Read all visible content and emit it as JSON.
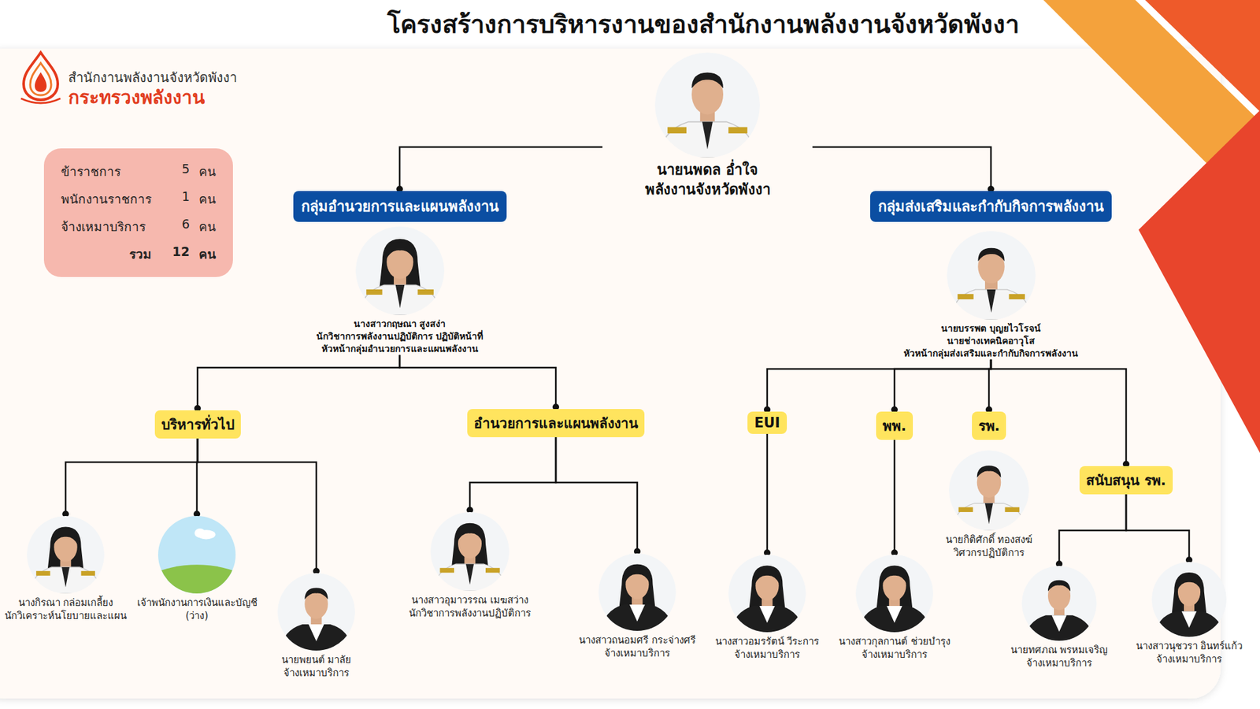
{
  "diagram": {
    "title": "โครงสร้างการบริหารงานของสำนักงานพลังงานจังหวัดพังงา",
    "nodes": [
      {
        "text": [
          "ข้าราชการ",
          "5",
          "คน",
          "พนักงานราชการ",
          "1",
          "คน",
          "จ้างเหมาบริการ",
          "6",
          "คน",
          "รวม",
          "12",
          "คน"
        ]
      },
      {
        "text": [
          "นายนพดล อ่ำใจ",
          "พลังงานจังหวัดพังงา"
        ]
      },
      {
        "text": [
          "กลุ่มอำนวยการและแผนพลังงาน"
        ]
      },
      {
        "text": [
          "กลุ่มส่งเสริมและกำกับกิจการพลังงาน"
        ]
      },
      {
        "text": [
          "นางสาวกฤษณา สูงสง่า",
          "นักวิชาการพลังงานปฏิบัติการ ปฏิบัติหน้าที่",
          "หัวหน้ากลุ่มอำนวยการและแผนพลังงาน"
        ]
      },
      {
        "text": [
          "นายบรรพต บุญยไวโรจน์",
          "นายช่างเทคนิคอาวุโส",
          "หัวหน้ากลุ่มส่งเสริมและกำกับกิจการพลังงาน"
        ]
      },
      {
        "text": [
          "บริหารทั่วไป"
        ]
      },
      {
        "text": [
          "อำนวยการและแผนพลังงาน"
        ]
      },
      {
        "text": [
          "EUI"
        ]
      },
      {
        "text": [
          "พพ."
        ]
      },
      {
        "text": [
          "รพ."
        ]
      },
      {
        "text": [
          "สนับสนุน รพ."
        ]
      },
      {
        "text": [
          "นางกิรณา กล่อมเกลี้ยง",
          "นักวิเคราะห์นโยบายและแผน"
        ]
      },
      {
        "text": [
          "เจ้าพนักงานการเงินและบัญชี (ว่าง)"
        ]
      },
      {
        "text": [
          "นายพยนต์ มาลัย",
          "จ้างเหมาบริการ"
        ]
      },
      {
        "text": [
          "นางสาวอุมาวรรณ เมฆสว่าง",
          "นักวิชาการพลังงานปฏิบัติการ"
        ]
      },
      {
        "text": [
          "นางสาวถนอมศรี กระจ่างศรี",
          "จ้างเหมาบริการ"
        ]
      },
      {
        "text": [
          "นางสาวอมรรัตน์ วีระการ",
          "จ้างเหมาบริการ"
        ]
      },
      {
        "text": [
          "นางสาวกุลกานต์ ช่วยบำรุง",
          "จ้างเหมาบริการ"
        ]
      },
      {
        "text": [
          "นายกิติศักดิ์ ทองสงฆ์",
          "วิศวกรปฏิบัติการ"
        ]
      },
      {
        "text": [
          "นายทศภณ พรหมเจริญ",
          "จ้างเหมาบริการ"
        ]
      },
      {
        "text": [
          "นางสาวนุชวรา อินทร์แก้ว",
          "จ้างเหมาบริการ"
        ]
      }
    ],
    "edges": [
      {
        "from": 1,
        "to": 2,
        "arrow": "none"
      },
      {
        "from": 1,
        "to": 3,
        "arrow": "none"
      },
      {
        "from": 4,
        "to": 6,
        "arrow": "none"
      },
      {
        "from": 4,
        "to": 7,
        "arrow": "none"
      },
      {
        "from": 5,
        "to": 8,
        "arrow": "none"
      },
      {
        "from": 5,
        "to": 9,
        "arrow": "none"
      },
      {
        "from": 5,
        "to": 10,
        "arrow": "none"
      },
      {
        "from": 5,
        "to": 11,
        "arrow": "none"
      },
      {
        "from": 6,
        "to": 12,
        "arrow": "none"
      },
      {
        "from": 6,
        "to": 13,
        "arrow": "none"
      },
      {
        "from": 6,
        "to": 14,
        "arrow": "none"
      },
      {
        "from": 7,
        "to": 15,
        "arrow": "none"
      },
      {
        "from": 7,
        "to": 16,
        "arrow": "none"
      },
      {
        "from": 8,
        "to": 17,
        "arrow": "none"
      },
      {
        "from": 9,
        "to": 18,
        "arrow": "none"
      },
      {
        "from": 11,
        "to": 20,
        "arrow": "none"
      },
      {
        "from": 11,
        "to": 21,
        "arrow": "none"
      }
    ],
    "labels": [
      "สำนักงานพลังงานจังหวัดพังงา",
      "กระทรวงพลังงาน"
    ]
  }
}
